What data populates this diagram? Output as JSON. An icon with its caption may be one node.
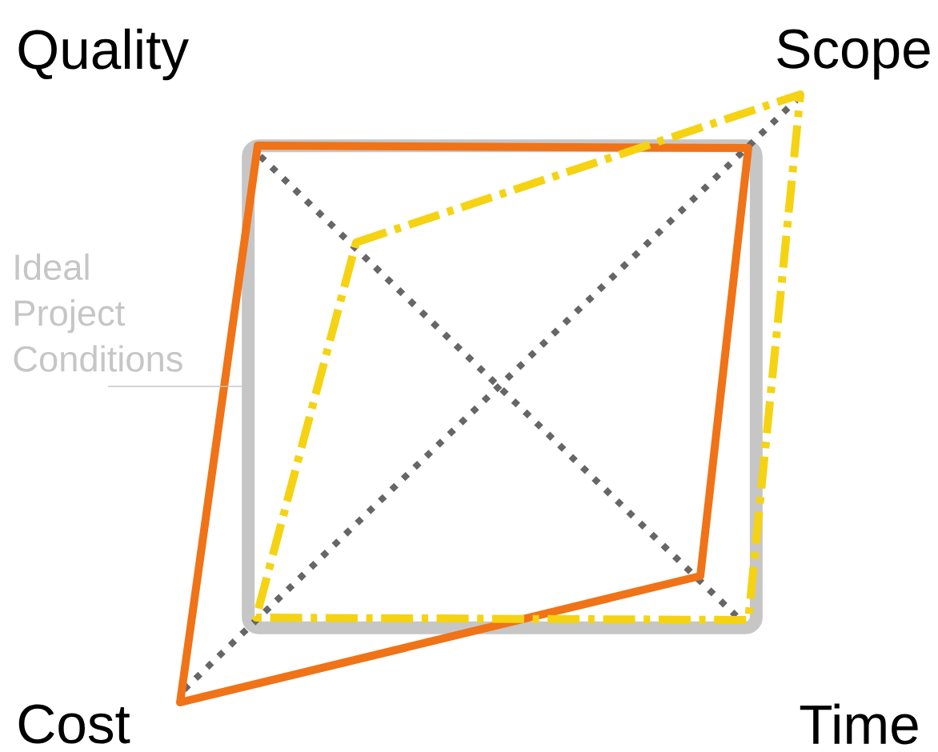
{
  "diagram": {
    "nodes": [
      {
        "text": [
          "Ideal Project Conditions"
        ]
      },
      {
        "text": [],
        "shape": "box"
      }
    ],
    "edges": [
      {
        "from": 0,
        "to": 1,
        "arrow": "none"
      }
    ],
    "labels": [
      "Quality",
      "Scope",
      "Cost",
      "Time"
    ]
  }
}
